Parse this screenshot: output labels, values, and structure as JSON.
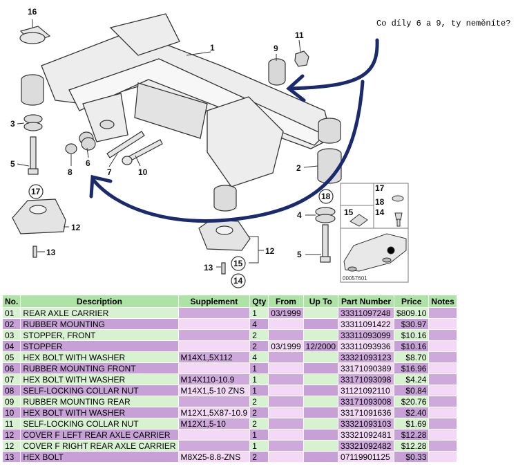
{
  "note": "Co díly 6 a 9, ty neměníte?",
  "diagram": {
    "callouts": [
      "16",
      "1",
      "9",
      "11",
      "3",
      "5",
      "8",
      "6",
      "7",
      "10",
      "2",
      "17",
      "18",
      "12",
      "13",
      "15",
      "14",
      "4",
      "17",
      "18",
      "15",
      "14",
      "5"
    ],
    "ref_code": "00057601"
  },
  "table": {
    "headers": [
      "No.",
      "Description",
      "Supplement",
      "Qty",
      "From",
      "Up To",
      "Part Number",
      "Price",
      "Notes"
    ],
    "rows": [
      {
        "no": "01",
        "description": "REAR AXLE CARRIER",
        "supplement": "",
        "qty": "1",
        "from": "03/1999",
        "upto": "",
        "part": "33311097248",
        "price": "$809.10",
        "notes": ""
      },
      {
        "no": "02",
        "description": "RUBBER MOUNTING",
        "supplement": "",
        "qty": "4",
        "from": "",
        "upto": "",
        "part": "33311091422",
        "price": "$30.97",
        "notes": ""
      },
      {
        "no": "03",
        "description": "STOPPER, FRONT",
        "supplement": "",
        "qty": "2",
        "from": "",
        "upto": "",
        "part": "33311093099",
        "price": "$10.16",
        "notes": ""
      },
      {
        "no": "04",
        "description": "STOPPER",
        "supplement": "",
        "qty": "2",
        "from": "03/1999",
        "upto": "12/2000",
        "part": "33311093936",
        "price": "$10.16",
        "notes": ""
      },
      {
        "no": "05",
        "description": "HEX BOLT WITH WASHER",
        "supplement": "M14X1,5X112",
        "qty": "4",
        "from": "",
        "upto": "",
        "part": "33321093123",
        "price": "$8.70",
        "notes": ""
      },
      {
        "no": "06",
        "description": "RUBBER MOUNTING FRONT",
        "supplement": "",
        "qty": "1",
        "from": "",
        "upto": "",
        "part": "33171090389",
        "price": "$16.96",
        "notes": ""
      },
      {
        "no": "07",
        "description": "HEX BOLT WITH WASHER",
        "supplement": "M14X110-10.9",
        "qty": "1",
        "from": "",
        "upto": "",
        "part": "33171093098",
        "price": "$4.24",
        "notes": ""
      },
      {
        "no": "08",
        "description": "SELF-LOCKING COLLAR NUT",
        "supplement": "M14X1,5-10 ZNS",
        "qty": "1",
        "from": "",
        "upto": "",
        "part": "31121092110",
        "price": "$0.84",
        "notes": ""
      },
      {
        "no": "09",
        "description": "RUBBER MOUNTING REAR",
        "supplement": "",
        "qty": "2",
        "from": "",
        "upto": "",
        "part": "33171093008",
        "price": "$20.76",
        "notes": ""
      },
      {
        "no": "10",
        "description": "HEX BOLT WITH WASHER",
        "supplement": "M12X1,5X87-10.9",
        "qty": "2",
        "from": "",
        "upto": "",
        "part": "33171091636",
        "price": "$2.40",
        "notes": ""
      },
      {
        "no": "11",
        "description": "SELF-LOCKING COLLAR NUT",
        "supplement": "M12X1,5-10",
        "qty": "2",
        "from": "",
        "upto": "",
        "part": "33321093103",
        "price": "$1.69",
        "notes": ""
      },
      {
        "no": "12",
        "description": "COVER F LEFT REAR AXLE CARRIER",
        "supplement": "",
        "qty": "1",
        "from": "",
        "upto": "",
        "part": "33321092481",
        "price": "$12.28",
        "notes": ""
      },
      {
        "no": "12",
        "description": "COVER F RIGHT REAR AXLE CARRIER",
        "supplement": "",
        "qty": "1",
        "from": "",
        "upto": "",
        "part": "33321092482",
        "price": "$12.28",
        "notes": ""
      },
      {
        "no": "13",
        "description": "HEX BOLT",
        "supplement": "M8X25-8.8-ZNS",
        "qty": "2",
        "from": "",
        "upto": "",
        "part": "07119901125",
        "price": "$0.33",
        "notes": ""
      }
    ]
  },
  "colors": {
    "header_green": "#aee3a6",
    "light_green": "#d7f2d0",
    "purple": "#c6a0d6",
    "light_pink": "#f3d9f5",
    "annotation_blue": "#1a2a6e"
  }
}
